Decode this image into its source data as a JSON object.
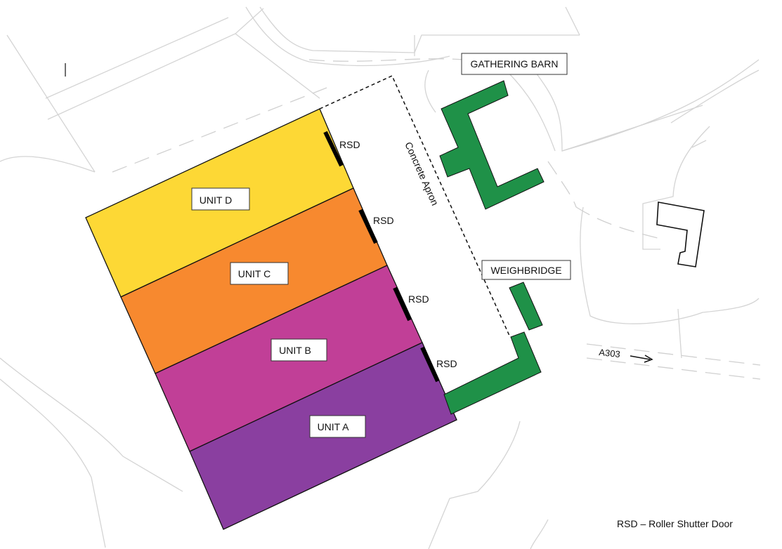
{
  "units": [
    {
      "label": "UNIT D",
      "color": "#fdd835"
    },
    {
      "label": "UNIT C",
      "color": "#f7892f"
    },
    {
      "label": "UNIT B",
      "color": "#c13f97"
    },
    {
      "label": "UNIT A",
      "color": "#8a3fa0"
    }
  ],
  "door_label": "RSD",
  "apron_label": "Concrete Apron",
  "buildings": {
    "gathering_barn": "GATHERING BARN",
    "weighbridge": "WEIGHBRIDGE",
    "color": "#1f9148"
  },
  "road_label": "A303",
  "legend": "RSD – Roller Shutter Door"
}
